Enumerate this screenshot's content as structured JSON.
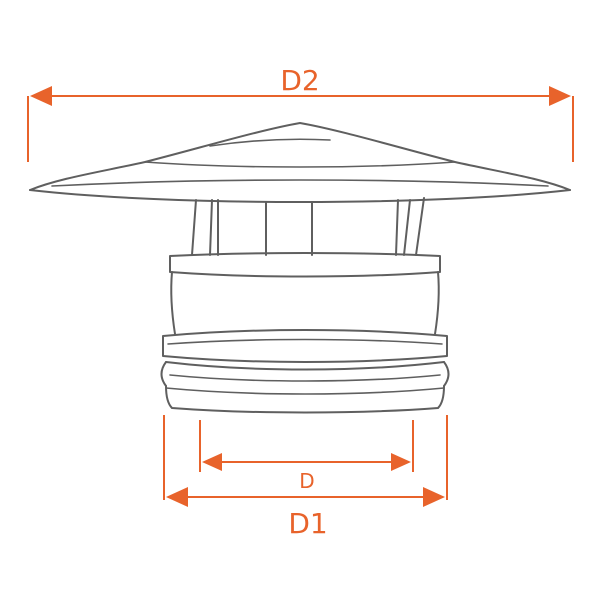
{
  "labels": {
    "outer_cap_diameter": "D2",
    "inner_diameter": "D",
    "outer_pipe_diameter": "D1"
  },
  "colors": {
    "dimension": "#e8632b",
    "outline": "#5f5f5f",
    "background": "#ffffff"
  }
}
